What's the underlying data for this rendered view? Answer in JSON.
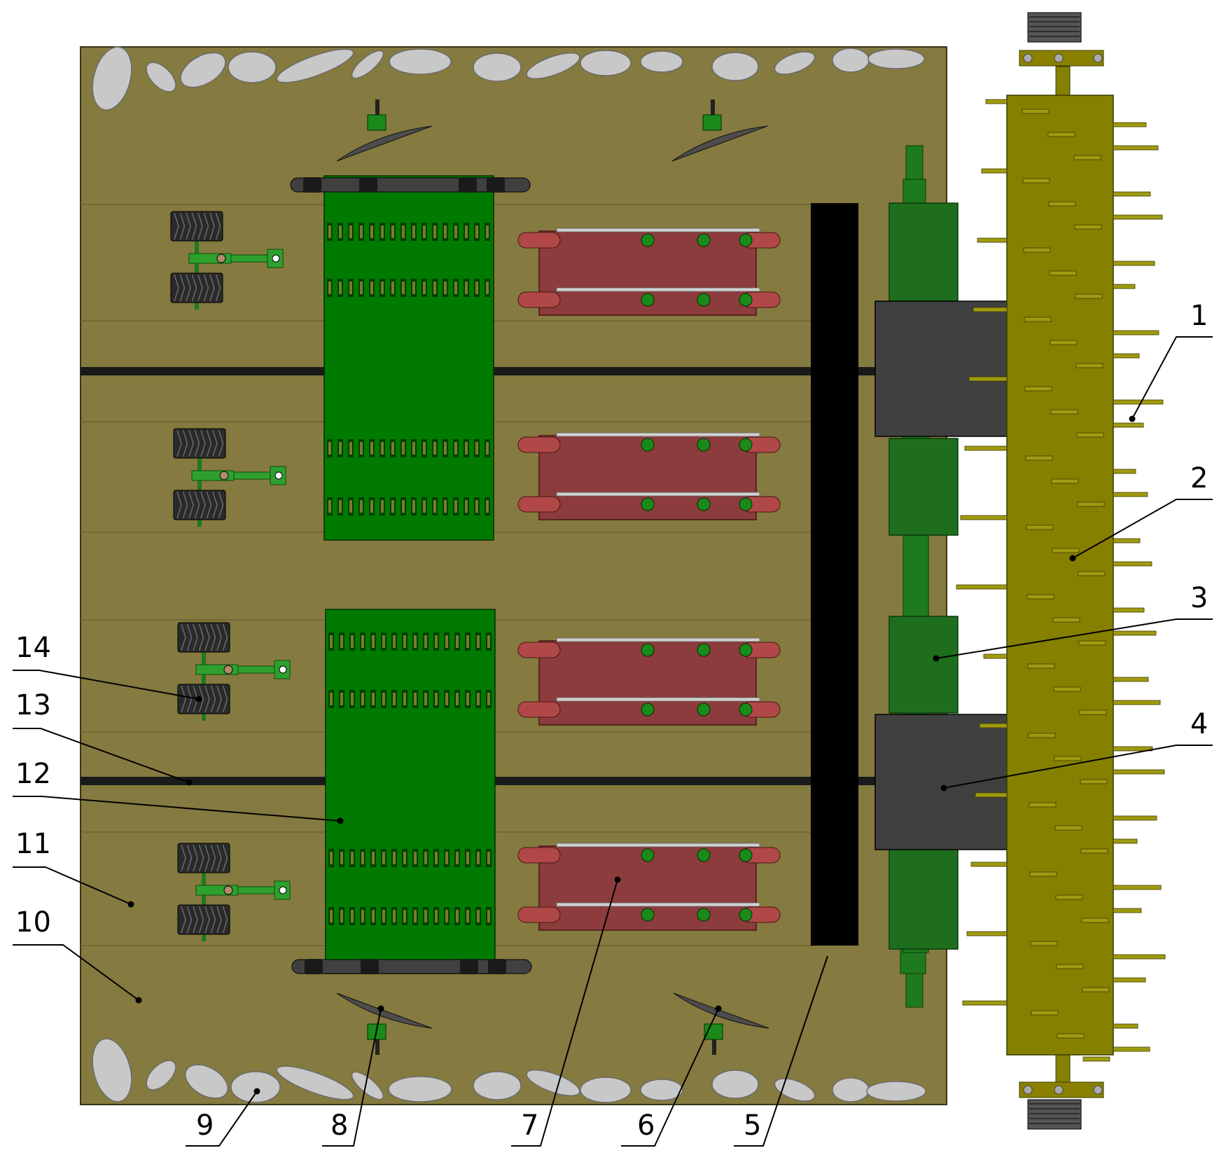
{
  "diagram": {
    "colors": {
      "background": "#ffffff",
      "field": "#857a3f",
      "field_line": "#6b6230",
      "stone": "#c8c8c8",
      "stone_edge": "#6b6b6b",
      "rotor": "#858000",
      "rotor_edge": "#3d3b00",
      "conveyor_green": "#007a00",
      "conveyor_dark": "#004000",
      "shaft_green": "#1e6e1e",
      "gearbox": "#404040",
      "frame_black": "#000000",
      "roller_red": "#8c3c3c",
      "roller_edge": "#4a1414",
      "wheel_black": "#2a2a2a",
      "leader": "#000000"
    },
    "callouts": [
      {
        "id": "1",
        "label": "1"
      },
      {
        "id": "2",
        "label": "2"
      },
      {
        "id": "3",
        "label": "3"
      },
      {
        "id": "4",
        "label": "4"
      },
      {
        "id": "5",
        "label": "5"
      },
      {
        "id": "6",
        "label": "6"
      },
      {
        "id": "7",
        "label": "7"
      },
      {
        "id": "8",
        "label": "8"
      },
      {
        "id": "9",
        "label": "9"
      },
      {
        "id": "10",
        "label": "10"
      },
      {
        "id": "11",
        "label": "11"
      },
      {
        "id": "12",
        "label": "12"
      },
      {
        "id": "13",
        "label": "13"
      },
      {
        "id": "14",
        "label": "14"
      }
    ]
  }
}
